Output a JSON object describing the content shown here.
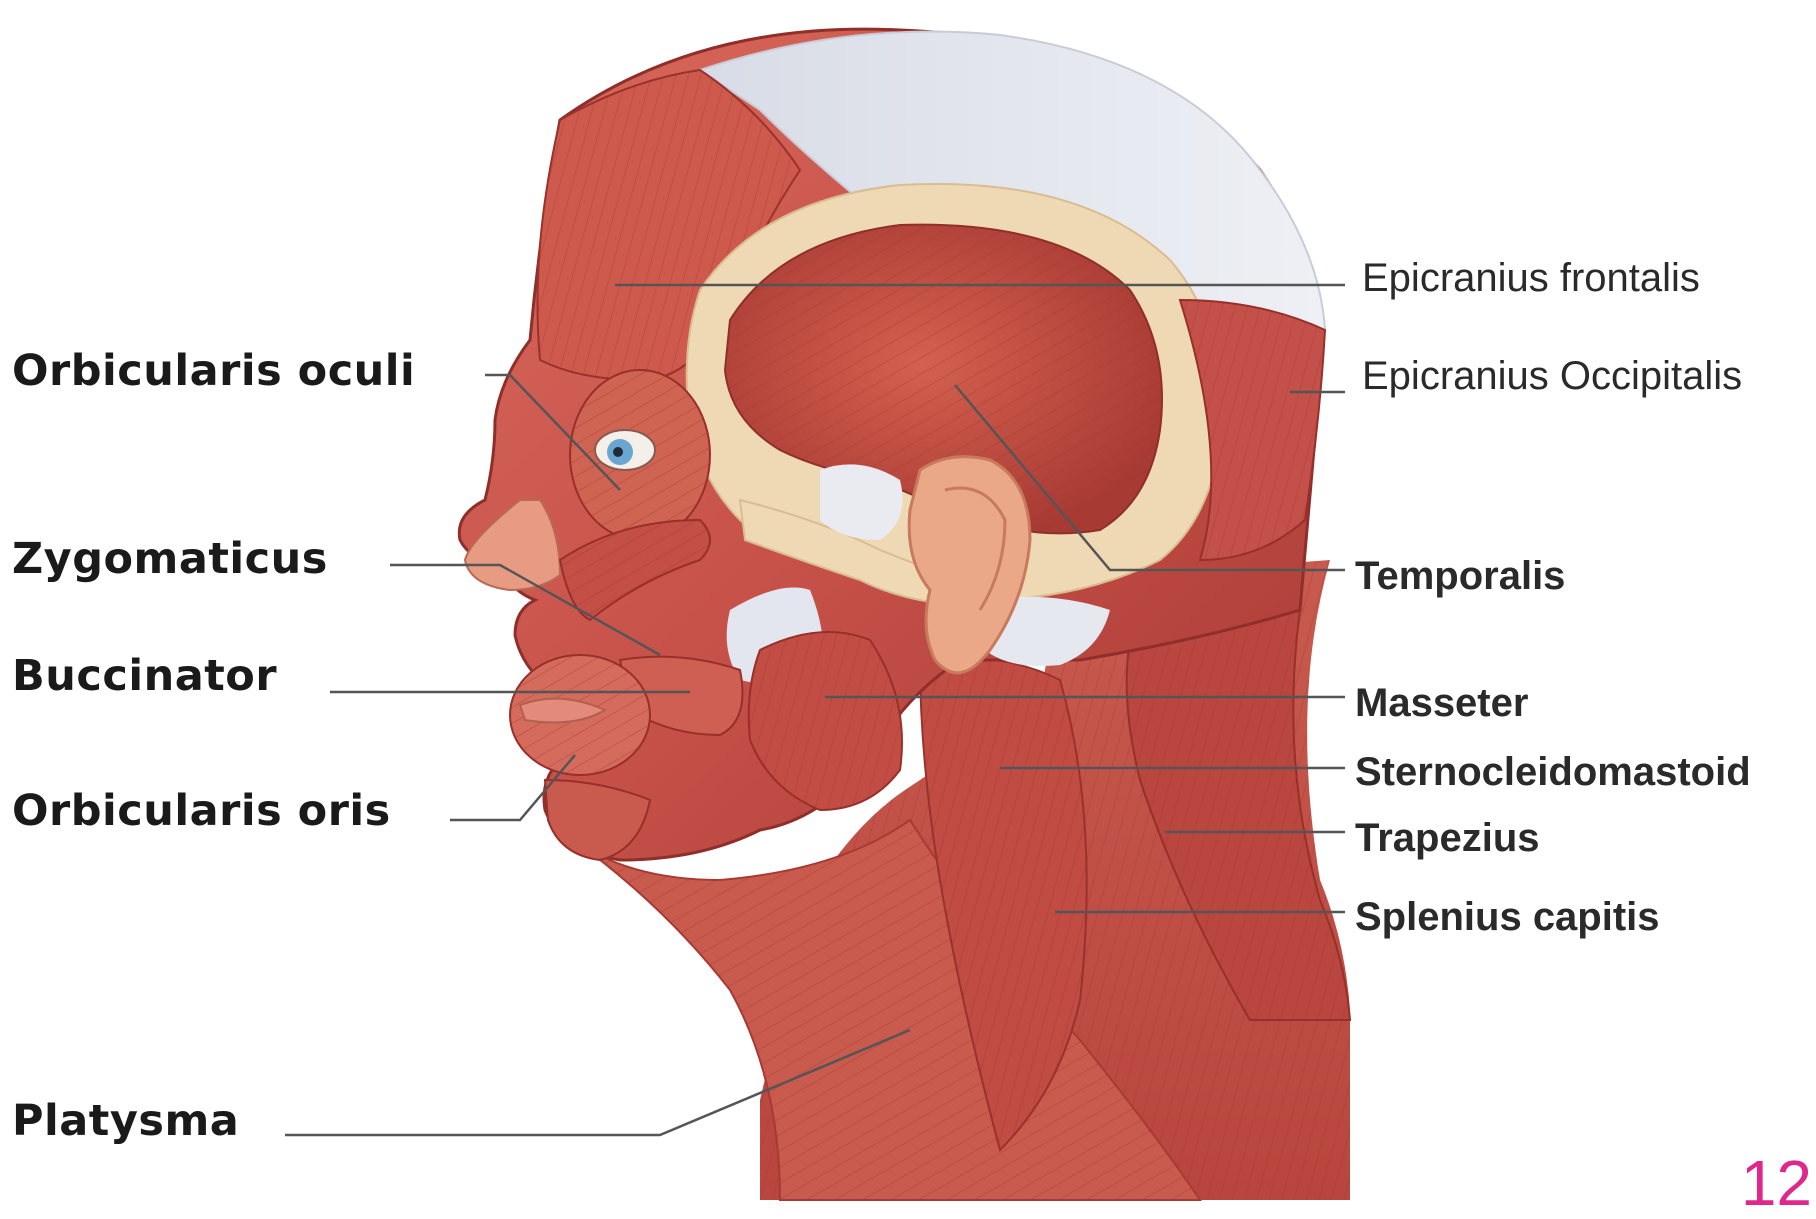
{
  "labels_left": [
    {
      "id": "orbicularis-oculi",
      "text": "Orbicularis oculi"
    },
    {
      "id": "zygomaticus",
      "text": "Zygomaticus"
    },
    {
      "id": "buccinator",
      "text": "Buccinator"
    },
    {
      "id": "orbicularis-oris",
      "text": "Orbicularis oris"
    },
    {
      "id": "platysma",
      "text": "Platysma"
    }
  ],
  "labels_right": [
    {
      "id": "epicranius-frontalis",
      "text": "Epicranius frontalis"
    },
    {
      "id": "epicranius-occipitalis",
      "text": "Epicranius Occipitalis"
    },
    {
      "id": "temporalis",
      "text": "Temporalis"
    },
    {
      "id": "masseter",
      "text": "Masseter"
    },
    {
      "id": "sternocleidomastoid",
      "text": "Sternocleidomastoid"
    },
    {
      "id": "trapezius",
      "text": "Trapezius"
    },
    {
      "id": "splenius-capitis",
      "text": "Splenius capitis"
    }
  ],
  "slide_number": "12",
  "colors": {
    "muscle": "#c7524a",
    "muscle_dark": "#a83a34",
    "muscle_light": "#de7a6c",
    "bone": "#efd9b4",
    "fascia": "#e4e7ee",
    "leader_line": "#555555",
    "slide_number": "#e0288c"
  }
}
